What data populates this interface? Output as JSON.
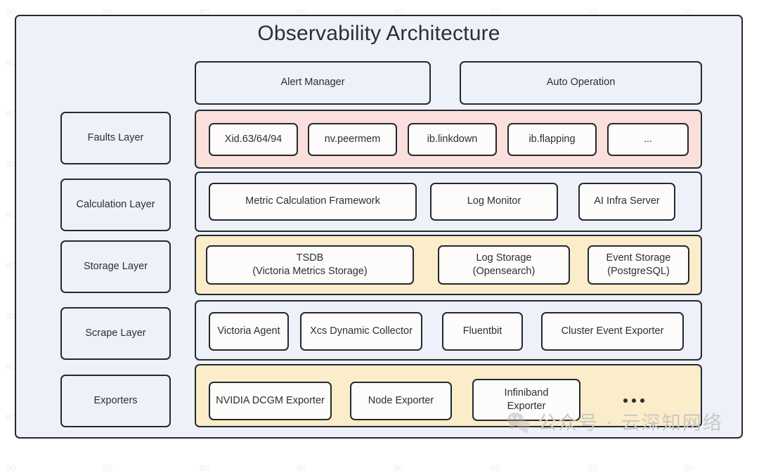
{
  "page": {
    "title": "Observability Architecture"
  },
  "top_row": [
    {
      "label": "Alert Manager"
    },
    {
      "label": "Auto Operation"
    }
  ],
  "layers": [
    {
      "name": "Faults Layer",
      "band_color": "#fbdfdc",
      "nodes": [
        {
          "label": "Xid.63/64/94"
        },
        {
          "label": "nv.peermem"
        },
        {
          "label": "ib.linkdown"
        },
        {
          "label": "ib.flapping"
        },
        {
          "label": "..."
        }
      ]
    },
    {
      "name": "Calculation Layer",
      "band_color": "#eef1fa",
      "nodes": [
        {
          "label": "Metric Calculation Framework"
        },
        {
          "label": "Log Monitor"
        },
        {
          "label": "AI Infra Server"
        }
      ]
    },
    {
      "name": "Storage Layer",
      "band_color": "#fbecca",
      "nodes": [
        {
          "line1": "TSDB",
          "line2": "(Victoria Metrics Storage)"
        },
        {
          "line1": "Log Storage",
          "line2": "(Opensearch)"
        },
        {
          "line1": "Event Storage",
          "line2": "(PostgreSQL)"
        }
      ]
    },
    {
      "name": "Scrape Layer",
      "band_color": "#eef1fa",
      "nodes": [
        {
          "label": "Victoria Agent"
        },
        {
          "label": "Xcs Dynamic Collector"
        },
        {
          "label": "Fluentbit"
        },
        {
          "label": "Cluster Event Exporter"
        }
      ]
    },
    {
      "name": "Exporters",
      "band_color": "#fbecca",
      "nodes": [
        {
          "label": "NVIDIA DCGM Exporter"
        },
        {
          "label": "Node Exporter"
        },
        {
          "line1": "Infiniband",
          "line2": "Exporter"
        }
      ],
      "trailing_ellipsis": "•••"
    }
  ],
  "watermark": {
    "text": "公众号 · 云深知网络",
    "logo": "wechat-logo"
  },
  "background_watermark": {
    "text": "80"
  },
  "colors": {
    "canvas_bg": "#eef1fa",
    "border": "#24292e",
    "node_bg": "#fdfcfa",
    "pink_band": "#fbdfdc",
    "yellow_band": "#fbecca",
    "text": "#2b2f33"
  }
}
